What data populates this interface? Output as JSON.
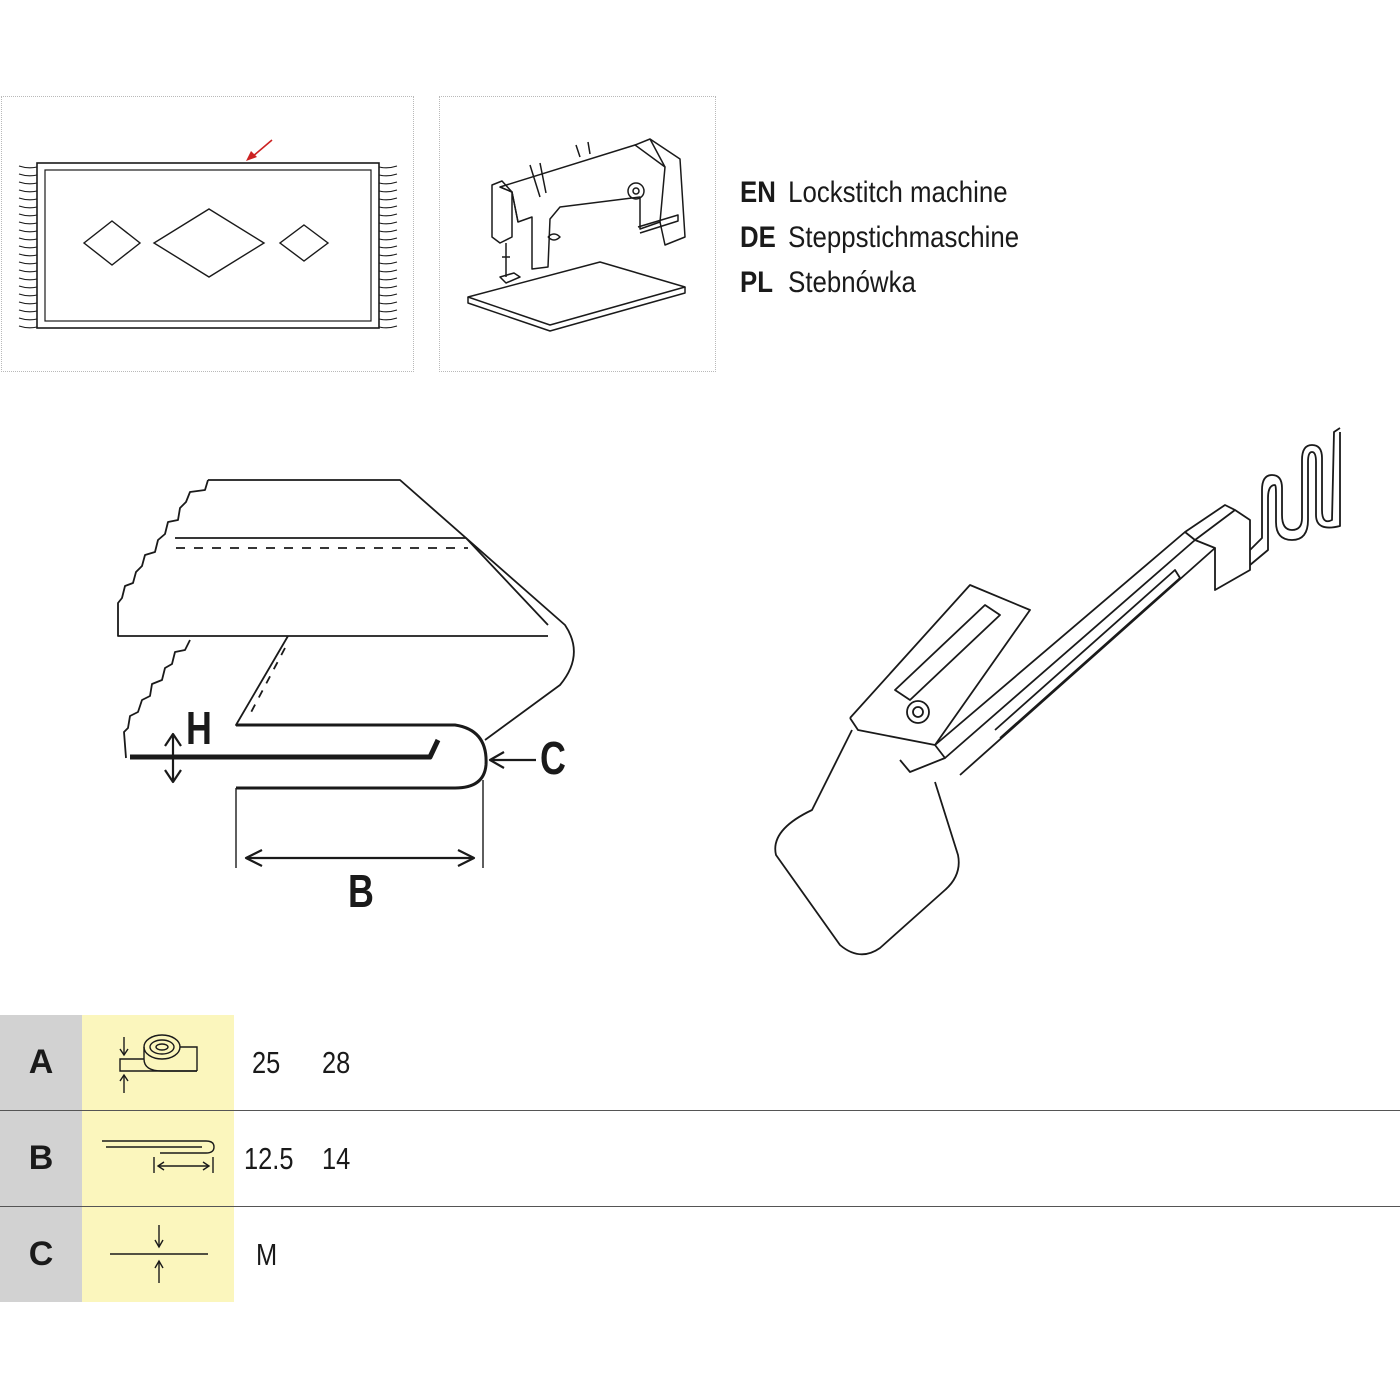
{
  "legend": [
    {
      "code": "EN",
      "text": "Lockstitch machine"
    },
    {
      "code": "DE",
      "text": "Steppstichmaschine"
    },
    {
      "code": "PL",
      "text": "Stebnówka"
    }
  ],
  "diagram_labels": {
    "h": "H",
    "c": "C",
    "b": "B"
  },
  "spec_rows": [
    {
      "letter": "A",
      "icon": "tape-roll-width-icon",
      "values": [
        "25",
        "28"
      ]
    },
    {
      "letter": "B",
      "icon": "fold-width-icon",
      "values": [
        "12.5",
        "14"
      ]
    },
    {
      "letter": "C",
      "icon": "material-thickness-icon",
      "values": [
        "M"
      ]
    }
  ],
  "colors": {
    "letter_cell": "#d2d2d2",
    "icon_cell": "#fbf6bd",
    "pointer_arrow": "#cc2222",
    "line": "#1a1a1a"
  }
}
